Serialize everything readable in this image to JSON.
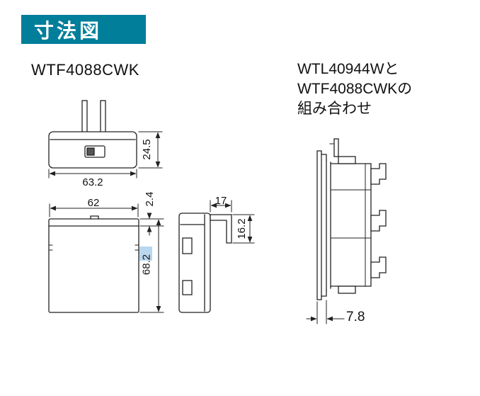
{
  "page": {
    "title_badge": "寸法図",
    "badge_bg": "#007e9a",
    "badge_text_color": "#ffffff",
    "line_color": "#222222",
    "highlight_color": "#b9d7ef"
  },
  "labels": {
    "product_left": "WTF4088CWK",
    "combo_lines": [
      "WTL40944Wと",
      "WTF4088CWKの",
      "組み合わせ"
    ]
  },
  "dimensions": {
    "plug_width": "63.2",
    "plug_height": "24.5",
    "plate_width": "62",
    "plate_rim": "2.4",
    "plate_height": "68.2",
    "side_width": "17",
    "blade_length": "16.2",
    "combo_protrusion": "7.8"
  }
}
